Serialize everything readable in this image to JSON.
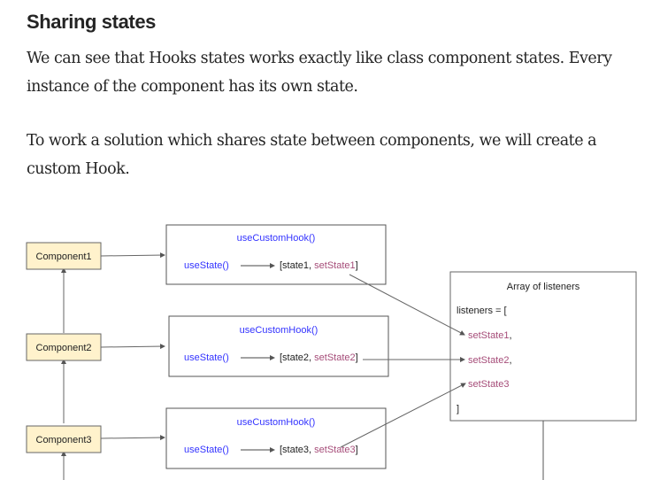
{
  "article": {
    "heading": "Sharing states",
    "paragraphs": [
      "We can see that Hooks states works exactly like class component states. Every instance of the component has its own state.",
      "To work a solution which shares state between components, we will create a custom Hook."
    ]
  },
  "diagram": {
    "components": [
      "Component1",
      "Component2",
      "Component3"
    ],
    "hooks": [
      {
        "title": "useCustomHook()",
        "call": "useState()",
        "state": "[state1, ",
        "setter": "setState1",
        "close": "]"
      },
      {
        "title": "useCustomHook()",
        "call": "useState()",
        "state": "[state2, ",
        "setter": "setState2",
        "close": "]"
      },
      {
        "title": "useCustomHook()",
        "call": "useState()",
        "state": "[state3, ",
        "setter": "setState3",
        "close": "]"
      }
    ],
    "listeners": {
      "title": "Array of listeners",
      "open": "listeners = [",
      "items": [
        "setState1",
        "setState2",
        "setState3"
      ],
      "separators": [
        ",",
        ",",
        ""
      ],
      "close": "]"
    },
    "colors": {
      "component_fill": "#fff2cc",
      "component_stroke": "#666666",
      "hook_text": "#3333ff",
      "setter_text": "#a64d79"
    }
  }
}
